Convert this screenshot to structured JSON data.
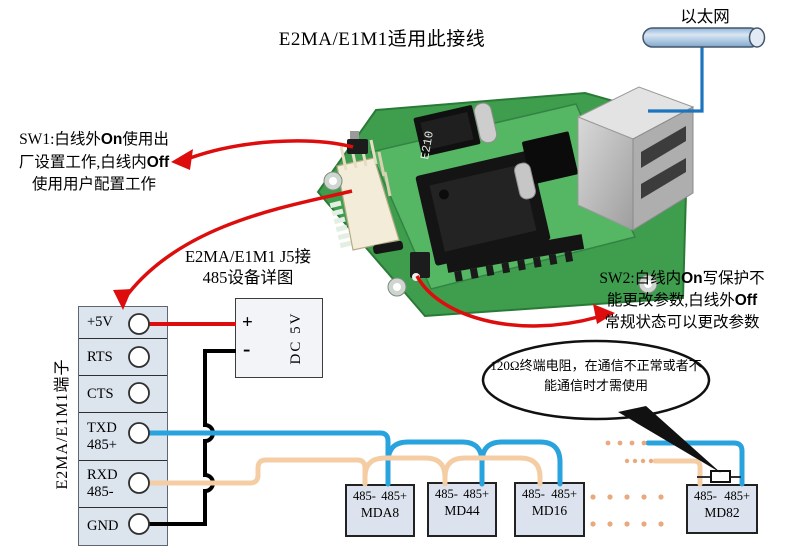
{
  "title": "E2MA/E1M1适用此接线",
  "ethernet": {
    "label": "以太网"
  },
  "pcb": {
    "silkscreen": "E210"
  },
  "sw1_note": {
    "line1_pre": "SW1:白线外",
    "line1_bold": "On",
    "line1_post": "使用出",
    "line2_pre": "厂设置工作,白线内",
    "line2_bold": "Off",
    "line3": "使用用户配置工作"
  },
  "sw2_note": {
    "line1_pre": "SW2:白线内",
    "line1_bold": "On",
    "line1_post": "写保护不",
    "line2_pre": "能更改参数,白线外",
    "line2_bold": "Off",
    "line3": "常规状态可以更改参数"
  },
  "j5_caption": {
    "line1": "E2MA/E1M1 J5接",
    "line2": "485设备详图"
  },
  "resistor_callout": {
    "line1": "120Ω终端电阻，在通信不正常或者不",
    "line2": "能通信时才需使用"
  },
  "terminal_block": {
    "vertical_label": "E2MA/E1M1端子",
    "rows": [
      {
        "label": "+5V"
      },
      {
        "label": "RTS"
      },
      {
        "label": "CTS"
      },
      {
        "label": "TXD",
        "sublabel": "485+"
      },
      {
        "label": "RXD",
        "sublabel": "485-"
      },
      {
        "label": "GND"
      }
    ]
  },
  "dc_supply": {
    "plus": "+",
    "minus": "-",
    "label": "DC 5V"
  },
  "devices": [
    {
      "name": "MDA8",
      "neg": "485-",
      "pos": "485+"
    },
    {
      "name": "MD44",
      "neg": "485-",
      "pos": "485+"
    },
    {
      "name": "MD16",
      "neg": "485-",
      "pos": "485+"
    },
    {
      "name": "MD82",
      "neg": "485-",
      "pos": "485+"
    }
  ],
  "colors": {
    "wire_red": "#dd0d0d",
    "wire_blue": "#29a3dd",
    "wire_peach": "#f5cda4",
    "wire_black": "#000000",
    "ethernet_line": "#1b74bd",
    "dot_orange": "#e9a97e",
    "pcb_green": "#3f9e4d",
    "pcb_daughter": "#55b663",
    "box_fill": "#dce3ee",
    "resistor_line": "#333333"
  }
}
